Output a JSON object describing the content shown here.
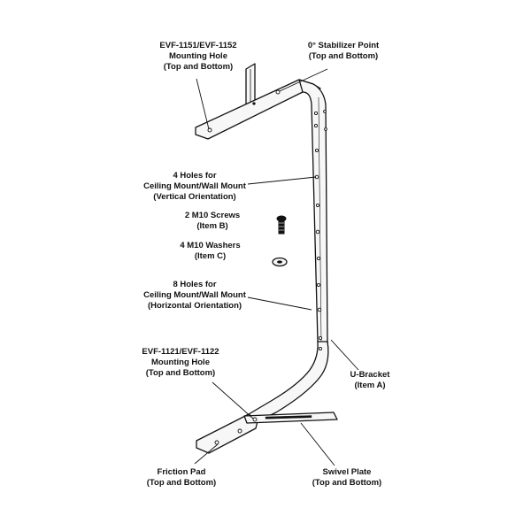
{
  "colors": {
    "ink": "#111111",
    "metal": "#f7f7f7",
    "background": "#ffffff"
  },
  "labels": {
    "evf1151": [
      "EVF-1151/EVF-1152",
      "Mounting Hole",
      "(Top and Bottom)"
    ],
    "stabilizer": [
      "0° Stabilizer Point",
      "(Top and Bottom)"
    ],
    "vertical_holes": [
      "4 Holes for",
      "Ceiling Mount/Wall Mount",
      "(Vertical Orientation)"
    ],
    "screws": [
      "2 M10 Screws",
      "(Item B)"
    ],
    "washers": [
      "4 M10 Washers",
      "(Item C)"
    ],
    "horizontal_holes": [
      "8 Holes for",
      "Ceiling Mount/Wall Mount",
      "(Horizontal Orientation)"
    ],
    "evf1121": [
      "EVF-1121/EVF-1122",
      "Mounting Hole",
      "(Top and Bottom)"
    ],
    "ubracket": [
      "U-Bracket",
      "(Item A)"
    ],
    "friction_pad": [
      "Friction Pad",
      "(Top and Bottom)"
    ],
    "swivel_plate": [
      "Swivel Plate",
      "(Top and Bottom)"
    ]
  }
}
